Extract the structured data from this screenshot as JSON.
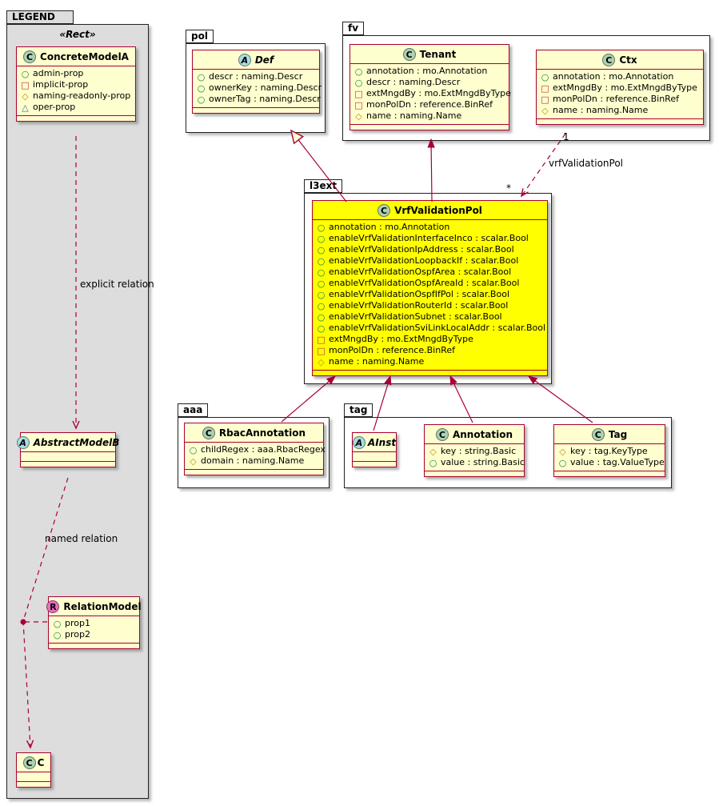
{
  "colors": {
    "class_border": "#A80036",
    "class_background": "#FEFECE",
    "highlight_background": "#FFFF00",
    "legend_background": "#DDDDDD",
    "spot_class": "#ADD1B2",
    "spot_abstract": "#A9DCDF",
    "spot_relation": "#EC6EC1",
    "icon_public": "#128A3E",
    "icon_private": "#C13133",
    "icon_protected": "#BF8F00",
    "icon_package": "#2575B0"
  },
  "packages": {
    "legend": {
      "label": "LEGEND",
      "stereotype": "«Rect»"
    },
    "pol": {
      "label": "pol"
    },
    "fv": {
      "label": "fv"
    },
    "l3ext": {
      "label": "l3ext"
    },
    "aaa": {
      "label": "aaa"
    },
    "tag": {
      "label": "tag"
    }
  },
  "classes": {
    "concreteModelA": {
      "name": "ConcreteModelA",
      "spot": "C",
      "attrs": [
        {
          "icon": "public-circle-icon",
          "text": "admin-prop"
        },
        {
          "icon": "private-square-icon",
          "text": "implicit-prop"
        },
        {
          "icon": "protected-diamond-icon",
          "text": "naming-readonly-prop"
        },
        {
          "icon": "package-triangle-icon",
          "text": "oper-prop"
        }
      ]
    },
    "abstractModelB": {
      "name": "AbstractModelB",
      "spot": "A",
      "attrs": []
    },
    "relationModel": {
      "name": "RelationModel",
      "spot": "R",
      "attrs": [
        {
          "icon": "public-circle-icon",
          "text": "prop1"
        },
        {
          "icon": "public-circle-icon",
          "text": "prop2"
        }
      ]
    },
    "c": {
      "name": "C",
      "spot": "C",
      "attrs": []
    },
    "def": {
      "name": "Def",
      "spot": "A",
      "attrs": [
        {
          "icon": "public-circle-icon",
          "text": "descr : naming.Descr"
        },
        {
          "icon": "public-circle-icon",
          "text": "ownerKey : naming.Descr"
        },
        {
          "icon": "public-circle-icon",
          "text": "ownerTag : naming.Descr"
        }
      ]
    },
    "tenant": {
      "name": "Tenant",
      "spot": "C",
      "attrs": [
        {
          "icon": "public-circle-icon",
          "text": "annotation : mo.Annotation"
        },
        {
          "icon": "public-circle-icon",
          "text": "descr : naming.Descr"
        },
        {
          "icon": "private-square-icon",
          "text": "extMngdBy : mo.ExtMngdByType"
        },
        {
          "icon": "private-square-icon",
          "text": "monPolDn : reference.BinRef"
        },
        {
          "icon": "protected-diamond-icon",
          "text": "name : naming.Name"
        }
      ]
    },
    "ctx": {
      "name": "Ctx",
      "spot": "C",
      "attrs": [
        {
          "icon": "public-circle-icon",
          "text": "annotation : mo.Annotation"
        },
        {
          "icon": "private-square-icon",
          "text": "extMngdBy : mo.ExtMngdByType"
        },
        {
          "icon": "private-square-icon",
          "text": "monPolDn : reference.BinRef"
        },
        {
          "icon": "protected-diamond-icon",
          "text": "name : naming.Name"
        }
      ]
    },
    "vrfValidationPol": {
      "name": "VrfValidationPol",
      "spot": "C",
      "attrs": [
        {
          "icon": "public-circle-icon",
          "text": "annotation : mo.Annotation"
        },
        {
          "icon": "public-circle-icon",
          "text": "enableVrfValidationInterfaceInco : scalar.Bool"
        },
        {
          "icon": "public-circle-icon",
          "text": "enableVrfValidationIpAddress : scalar.Bool"
        },
        {
          "icon": "public-circle-icon",
          "text": "enableVrfValidationLoopbackIf : scalar.Bool"
        },
        {
          "icon": "public-circle-icon",
          "text": "enableVrfValidationOspfArea : scalar.Bool"
        },
        {
          "icon": "public-circle-icon",
          "text": "enableVrfValidationOspfAreaId : scalar.Bool"
        },
        {
          "icon": "public-circle-icon",
          "text": "enableVrfValidationOspfIfPol : scalar.Bool"
        },
        {
          "icon": "public-circle-icon",
          "text": "enableVrfValidationRouterId : scalar.Bool"
        },
        {
          "icon": "public-circle-icon",
          "text": "enableVrfValidationSubnet : scalar.Bool"
        },
        {
          "icon": "public-circle-icon",
          "text": "enableVrfValidationSviLinkLocalAddr : scalar.Bool"
        },
        {
          "icon": "private-square-icon",
          "text": "extMngdBy : mo.ExtMngdByType"
        },
        {
          "icon": "private-square-icon",
          "text": "monPolDn : reference.BinRef"
        },
        {
          "icon": "protected-diamond-icon",
          "text": "name : naming.Name"
        }
      ]
    },
    "rbacAnnotation": {
      "name": "RbacAnnotation",
      "spot": "C",
      "attrs": [
        {
          "icon": "public-circle-icon",
          "text": "childRegex : aaa.RbacRegex"
        },
        {
          "icon": "protected-diamond-icon",
          "text": "domain : naming.Name"
        }
      ]
    },
    "aInst": {
      "name": "AInst",
      "spot": "A",
      "attrs": []
    },
    "annotation": {
      "name": "Annotation",
      "spot": "C",
      "attrs": [
        {
          "icon": "protected-diamond-icon",
          "text": "key : string.Basic"
        },
        {
          "icon": "public-circle-icon",
          "text": "value : string.Basic"
        }
      ]
    },
    "tagClass": {
      "name": "Tag",
      "spot": "C",
      "attrs": [
        {
          "icon": "protected-diamond-icon",
          "text": "key : tag.KeyType"
        },
        {
          "icon": "public-circle-icon",
          "text": "value : tag.ValueType"
        }
      ]
    }
  },
  "relations": {
    "explicit_label": "explicit relation",
    "named_label": "named relation",
    "vrf_validation_pol_label": "vrfValidationPol",
    "ctx_multiplicity": "1",
    "vrf_multiplicity": "*"
  }
}
